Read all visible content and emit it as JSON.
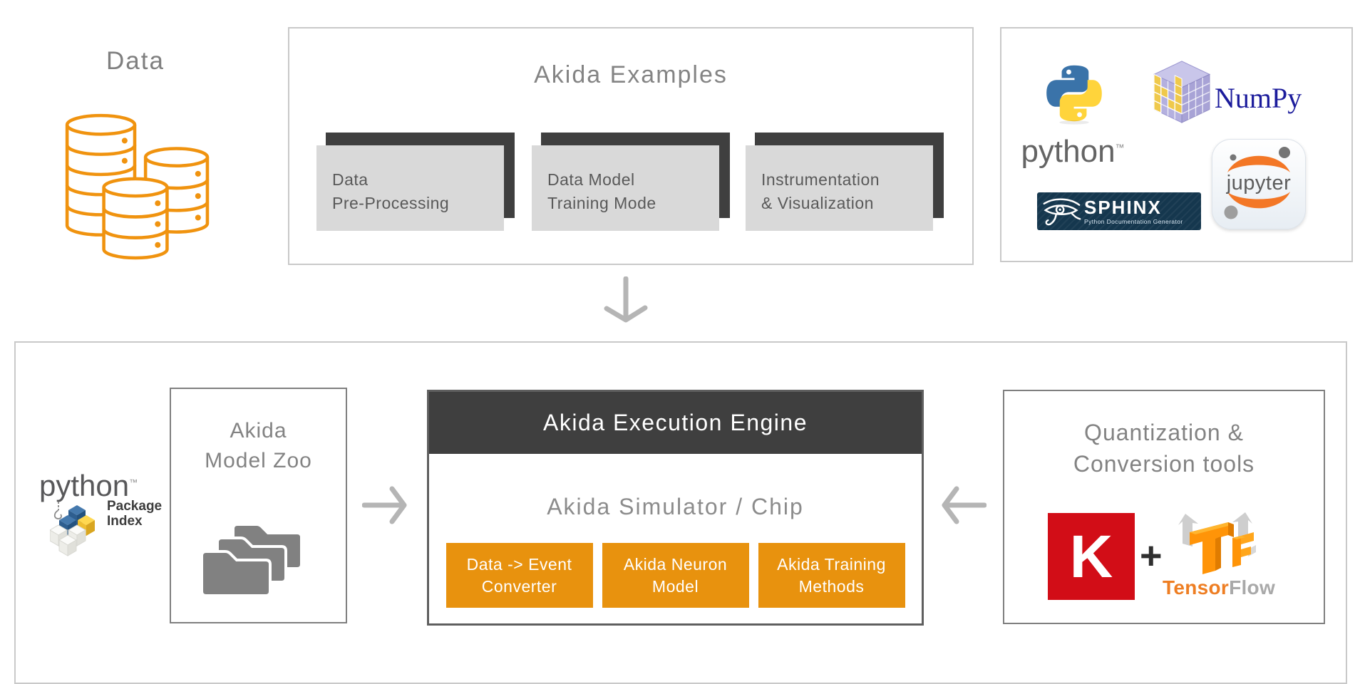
{
  "colors": {
    "accent_orange": "#E8920E",
    "cylinder_orange": "#F0930F",
    "dark_gray": "#3F3F3F",
    "card_gray": "#D9D9D9",
    "outer_border_gray": "#C9C9C9",
    "inner_border_gray": "#7F7F7F",
    "arrow_gray": "#B5B5B5",
    "title_text_gray": "#838383",
    "keras_red": "#D20D17",
    "sphinx_navy": "#15374E",
    "numpy_blue": "#1C1C9C",
    "jupyter_orange": "#F37726",
    "tensorflow_orange": "#EE7E23"
  },
  "top_row": {
    "data": {
      "label": "Data"
    },
    "examples": {
      "title": "Akida Examples",
      "cards": [
        {
          "line1": "Data",
          "line2": "Pre-Processing"
        },
        {
          "line1": "Data Model",
          "line2": "Training Mode"
        },
        {
          "line1": "Instrumentation",
          "line2": "& Visualization"
        }
      ]
    },
    "libraries": {
      "python": {
        "wordmark": "python",
        "tm": "™"
      },
      "numpy": {
        "label": "NumPy"
      },
      "sphinx": {
        "label": "SPHINX",
        "subtitle": "Python Documentation Generator"
      },
      "jupyter": {
        "label": "jupyter"
      }
    }
  },
  "bottom_row": {
    "pypi": {
      "wordmark": "python",
      "tm": "™",
      "package_line1": "Package",
      "package_line2": "Index"
    },
    "model_zoo": {
      "title_line1": "Akida",
      "title_line2": "Model Zoo"
    },
    "engine": {
      "header": "Akida Execution Engine",
      "subtitle": "Akida Simulator / Chip",
      "modules": [
        {
          "line1": "Data -> Event",
          "line2": "Converter"
        },
        {
          "line1": "Akida Neuron",
          "line2": "Model"
        },
        {
          "line1": "Akida Training",
          "line2": "Methods"
        }
      ]
    },
    "quantization": {
      "title_line1": "Quantization &",
      "title_line2": "Conversion tools",
      "keras_letter": "K",
      "plus": "+",
      "tensorflow_word_part1": "Tensor",
      "tensorflow_word_part2": "Flow"
    }
  },
  "icons": {
    "database-icon": "three stacked orange outline cylinders",
    "flow-arrow-down": "↓",
    "flow-arrow-right": "→",
    "flow-arrow-left": "←",
    "python-logo-icon": "blue and yellow interlocking snakes",
    "numpy-logo-icon": "translucent purple cube with yellow N blocks",
    "sphinx-eye-icon": "white eye of Horus on navy banner",
    "jupyter-logo-icon": "orange orbit crescents with gray moons",
    "pypi-cubes-icon": "isometric blue/yellow/white blocks with crane hook",
    "folders-icon": "three stacked gray folders",
    "keras-logo": "red square with white K",
    "tensorflow-logo-icon": "orange isometric TF letters with gray ghost arrows"
  }
}
